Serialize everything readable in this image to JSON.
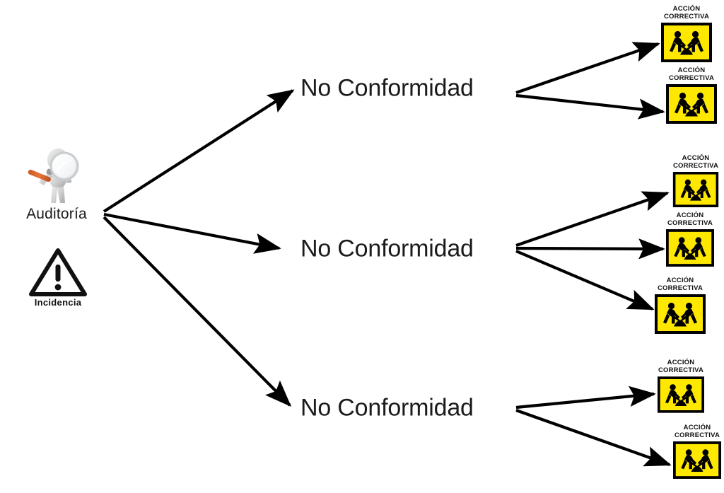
{
  "diagram": {
    "title": "Auditoria - No Conformidad - Accion Correctiva",
    "background_color": "#ffffff",
    "line_color": "#000000",
    "sign_fill_color": "#FFE800",
    "sign_border_color": "#000000",
    "text_color": "#1b1b1b"
  },
  "source": {
    "audit": {
      "label": "Auditoría",
      "icon": "magnifier-person-icon"
    },
    "incident": {
      "label": "Incidencia",
      "icon": "warning-triangle-icon"
    }
  },
  "branches": [
    {
      "label": "No Conformidad",
      "actions": [
        {
          "line1": "ACCIÓN",
          "line2": "CORRECTIVA",
          "icon": "roadwork-sign-icon"
        },
        {
          "line1": "ACCIÓN",
          "line2": "CORRECTIVA",
          "icon": "roadwork-sign-icon"
        }
      ]
    },
    {
      "label": "No Conformidad",
      "actions": [
        {
          "line1": "ACCIÓN",
          "line2": "CORRECTIVA",
          "icon": "roadwork-sign-icon"
        },
        {
          "line1": "ACCIÓN",
          "line2": "CORRECTIVA",
          "icon": "roadwork-sign-icon"
        },
        {
          "line1": "ACCIÓN",
          "line2": "CORRECTIVA",
          "icon": "roadwork-sign-icon"
        }
      ]
    },
    {
      "label": "No Conformidad",
      "actions": [
        {
          "line1": "ACCIÓN",
          "line2": "CORRECTIVA",
          "icon": "roadwork-sign-icon"
        },
        {
          "line1": "ACCIÓN",
          "line2": "CORRECTIVA",
          "icon": "roadwork-sign-icon"
        }
      ]
    }
  ]
}
